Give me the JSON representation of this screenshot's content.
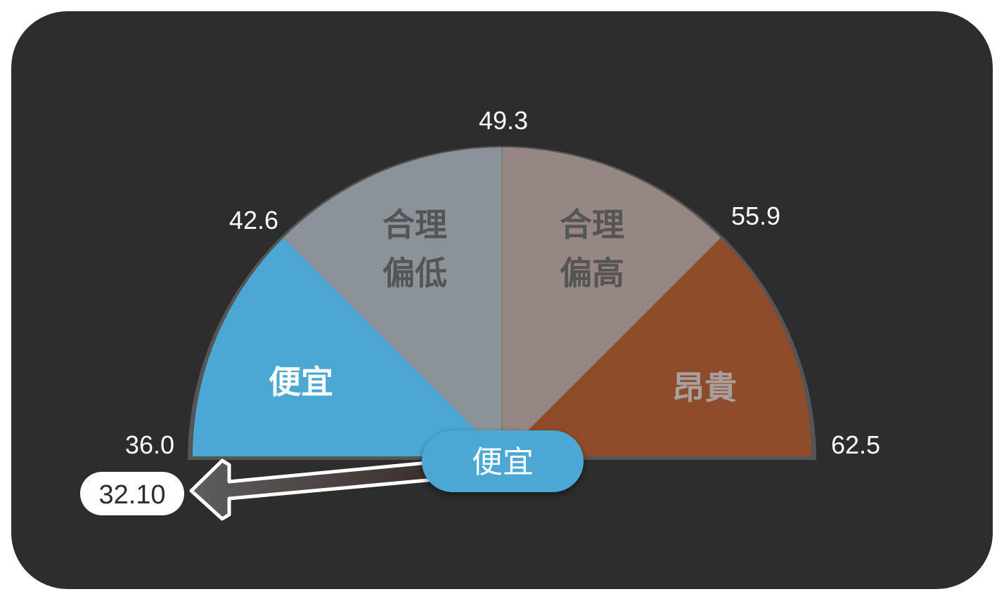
{
  "chart_data": {
    "type": "gauge",
    "title": "",
    "min": 36.0,
    "max": 62.5,
    "thresholds": [
      36.0,
      42.6,
      49.3,
      55.9,
      62.5
    ],
    "tick_labels": [
      "36.0",
      "42.6",
      "49.3",
      "55.9",
      "62.5"
    ],
    "segments": [
      {
        "label": "便宜",
        "from": 36.0,
        "to": 42.6,
        "color": "#4ba8d4",
        "text_color": "#ffffff"
      },
      {
        "label_line1": "合理",
        "label_line2": "偏低",
        "label": "合理偏低",
        "from": 42.6,
        "to": 49.3,
        "color": "#8a939a",
        "text_color": "#555555"
      },
      {
        "label_line1": "合理",
        "label_line2": "偏高",
        "label": "合理偏高",
        "from": 49.3,
        "to": 55.9,
        "color": "#968782",
        "text_color": "#555555"
      },
      {
        "label": "昂貴",
        "from": 55.9,
        "to": 62.5,
        "color": "#8f4c2a",
        "text_color": "#a8a09c"
      }
    ],
    "current_value": 32.1,
    "current_value_label": "32.10",
    "current_status": "便宜"
  },
  "gauge": {
    "border_color": "#555555",
    "background_color": "#2d2d2d",
    "status_pill": {
      "label": "便宜",
      "color": "#4ba8d4"
    },
    "value_pill": {
      "label": "32.10"
    }
  }
}
